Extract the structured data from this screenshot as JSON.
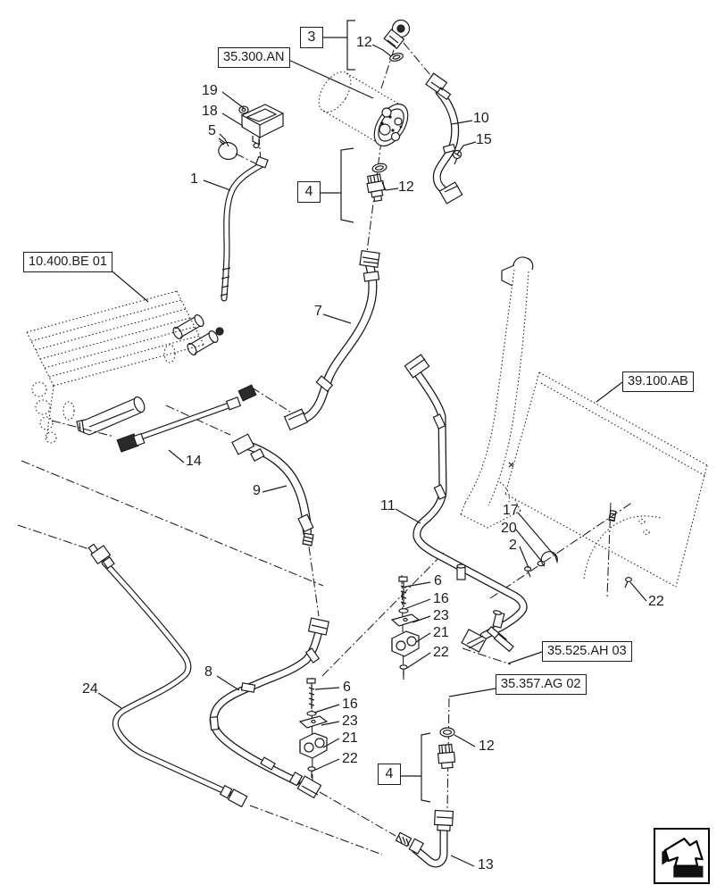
{
  "diagram": {
    "title": "hydraulic-lines-parts-diagram",
    "bg_color": "#ffffff",
    "line_color": "#1c1c1c"
  },
  "reference_boxes": [
    {
      "label": "35.300.AN"
    },
    {
      "label": "10.400.BE 01"
    },
    {
      "label": "39.100.AB"
    },
    {
      "label": "35.525.AH 03"
    },
    {
      "label": "35.357.AG 02"
    }
  ],
  "group_boxes": [
    {
      "label": "3"
    },
    {
      "label": "4"
    },
    {
      "label": "4"
    }
  ],
  "callouts": [
    {
      "label": "19"
    },
    {
      "label": "18"
    },
    {
      "label": "5"
    },
    {
      "label": "1"
    },
    {
      "label": "12"
    },
    {
      "label": "10"
    },
    {
      "label": "15"
    },
    {
      "label": "12"
    },
    {
      "label": "7"
    },
    {
      "label": "14"
    },
    {
      "label": "9"
    },
    {
      "label": "11"
    },
    {
      "label": "17"
    },
    {
      "label": "20"
    },
    {
      "label": "2"
    },
    {
      "label": "22"
    },
    {
      "label": "6"
    },
    {
      "label": "16"
    },
    {
      "label": "23"
    },
    {
      "label": "21"
    },
    {
      "label": "22"
    },
    {
      "label": "8"
    },
    {
      "label": "6"
    },
    {
      "label": "16"
    },
    {
      "label": "23"
    },
    {
      "label": "21"
    },
    {
      "label": "22"
    },
    {
      "label": "24"
    },
    {
      "label": "12"
    },
    {
      "label": "13"
    }
  ],
  "nav": {
    "icon": "page-forward-arrow"
  }
}
